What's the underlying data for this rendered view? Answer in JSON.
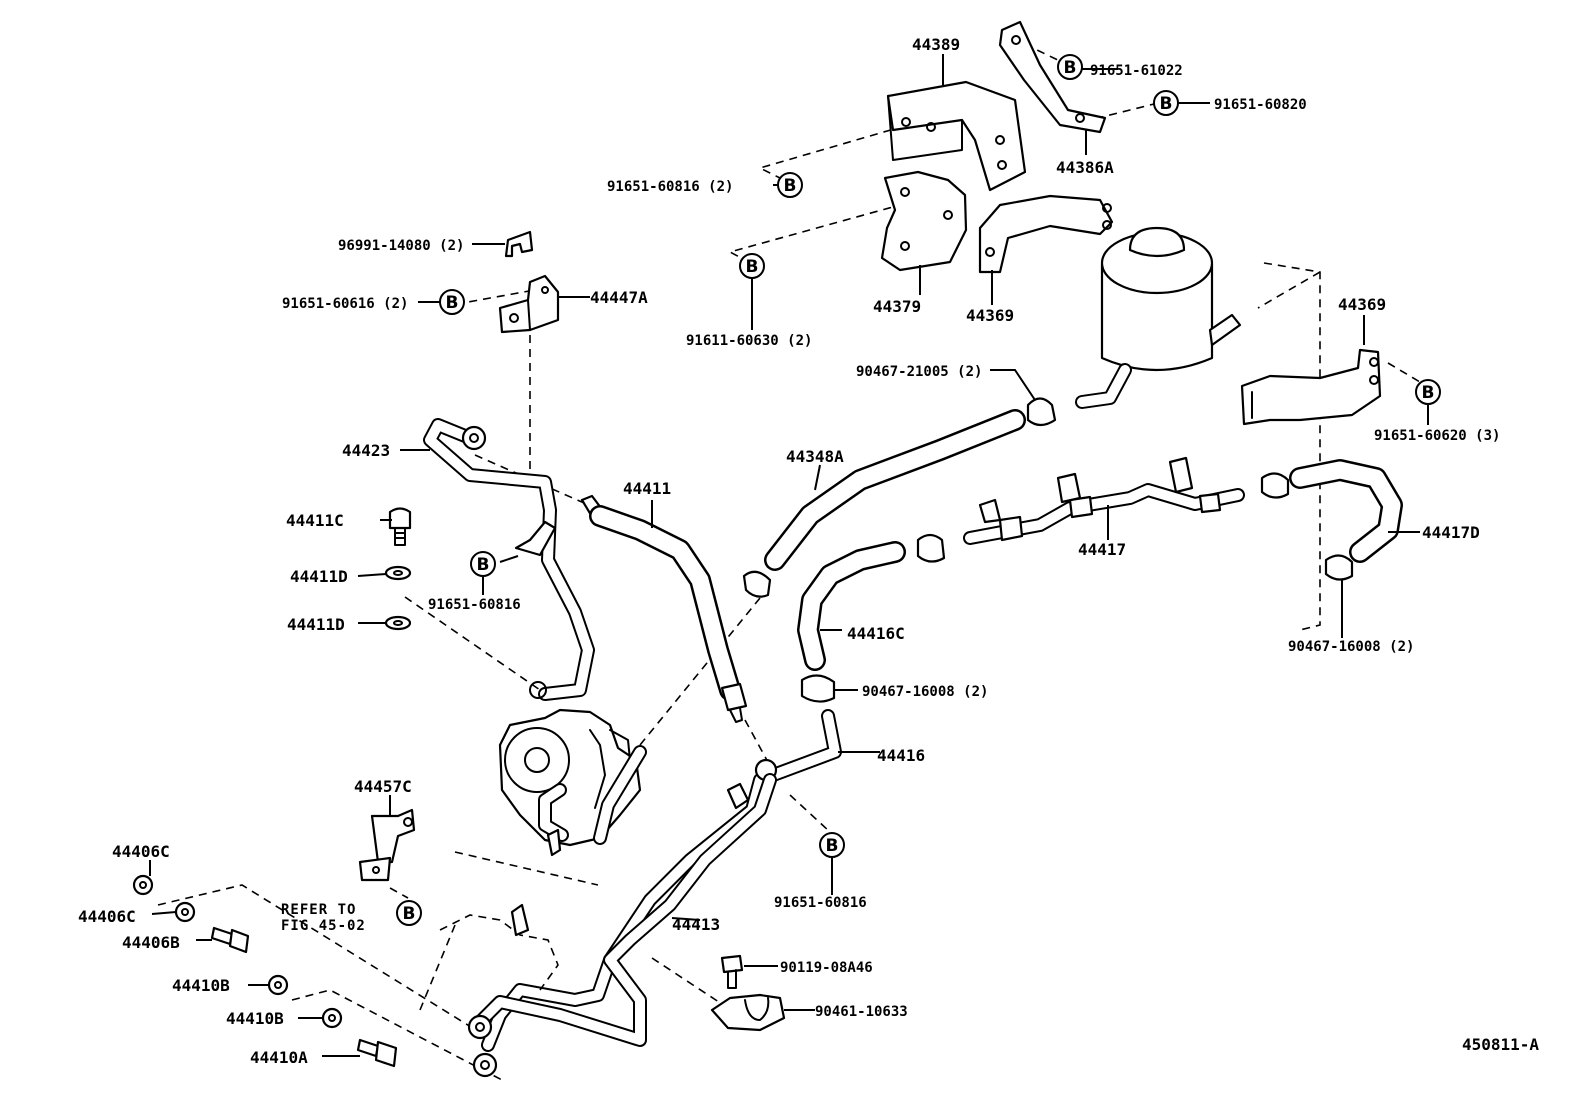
{
  "diagram": {
    "drawing_number": "450811-A",
    "reference_note": [
      "REFER TO",
      "FIG 45-02"
    ],
    "bolt_symbol": "B",
    "part_labels": {
      "p44389": "44389",
      "p91651_61022": "91651-61022",
      "p91651_60820": "91651-60820",
      "p44386A": "44386A",
      "p91651_60816_2": "91651-60816 (2)",
      "p96991_14080_2": "96991-14080 (2)",
      "p91651_60616_2": "91651-60616 (2)",
      "p44447A": "44447A",
      "p91611_60630_2": "91611-60630 (2)",
      "p44379": "44379",
      "p44369_a": "44369",
      "p44369_b": "44369",
      "p90467_21005_2": "90467-21005 (2)",
      "p91651_60620_3": "91651-60620 (3)",
      "p44423": "44423",
      "p44411": "44411",
      "p44348A": "44348A",
      "p44411C": "44411C",
      "p44411D_a": "44411D",
      "p44411D_b": "44411D",
      "p91651_60816_a": "91651-60816",
      "p44417": "44417",
      "p44417D": "44417D",
      "p44416C": "44416C",
      "p90467_16008_2a": "90467-16008 (2)",
      "p90467_16008_2b": "90467-16008 (2)",
      "p44416": "44416",
      "p44457C": "44457C",
      "p91651_60816_b": "91651-60816",
      "p44406C_a": "44406C",
      "p44406C_b": "44406C",
      "p44406B": "44406B",
      "p44413": "44413",
      "p90119_08A46": "90119-08A46",
      "p44410B_a": "44410B",
      "p44410B_b": "44410B",
      "p90461_10633": "90461-10633",
      "p44410A": "44410A"
    }
  }
}
